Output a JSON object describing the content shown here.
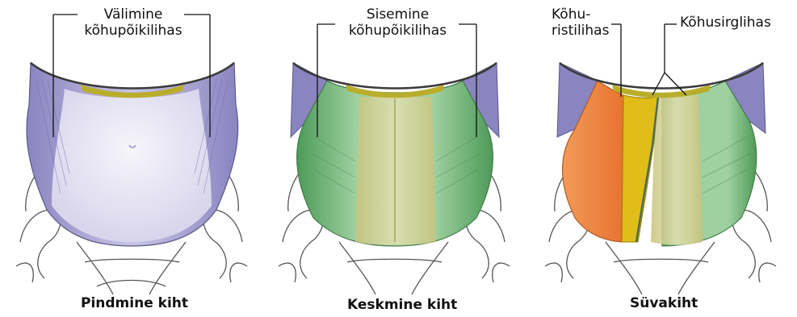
{
  "panels": [
    {
      "caption": "Pindmine kiht",
      "labels": [
        {
          "line1": "Välimine",
          "line2": "kõhupõikilihas"
        }
      ]
    },
    {
      "caption": "Keskmine kiht",
      "labels": [
        {
          "line1": "Sisemine",
          "line2": "kõhupõikilihas"
        }
      ]
    },
    {
      "caption": "Süvakiht",
      "labels": [
        {
          "line1": "Kõhu-",
          "line2": "ristilihas"
        },
        {
          "line1": "Kõhusirglihas",
          "line2": ""
        }
      ]
    }
  ],
  "colors": {
    "external_oblique": "#9a94c8",
    "internal_oblique": "#72b47a",
    "transversus": "#f08a4e",
    "rectus": "#e2c21e",
    "skin_pale": "#e4e2f2",
    "bone_outline": "#444444"
  }
}
